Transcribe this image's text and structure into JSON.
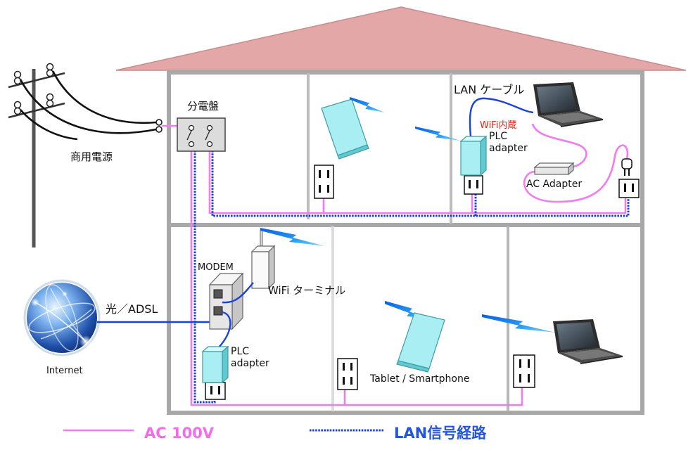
{
  "labels": {
    "commercial_power": "商用電源",
    "distribution_board": "分電盤",
    "lan_cable": "LAN ケーブル",
    "wifi_builtin": "WiFi内蔵",
    "plc_upper": {
      "line1": "PLC",
      "line2": "adapter"
    },
    "ac_adapter": "AC Adapter",
    "modem": "MODEM",
    "wifi_terminal": "WiFi ターミナル",
    "fiber_adsl": "光／ADSL",
    "internet": "Internet",
    "plc_lower": {
      "line1": "PLC",
      "line2": "adapter"
    },
    "tablet_smartphone": "Tablet / Smartphone"
  },
  "legend": {
    "ac_line": "AC 100V",
    "lan_path": "LAN信号経路"
  },
  "colors": {
    "ac_line": "#f07cf0",
    "lan_path": "#1b3fd0",
    "lan_cable": "#1a44d6",
    "roof": "#e3a7a7",
    "walls": "#a8a8a8",
    "device": "#a8eef2",
    "wifi_builtin_text": "#e8241c",
    "legend_ac_text": "#f06ee6",
    "legend_lan_text": "#2255e0"
  }
}
